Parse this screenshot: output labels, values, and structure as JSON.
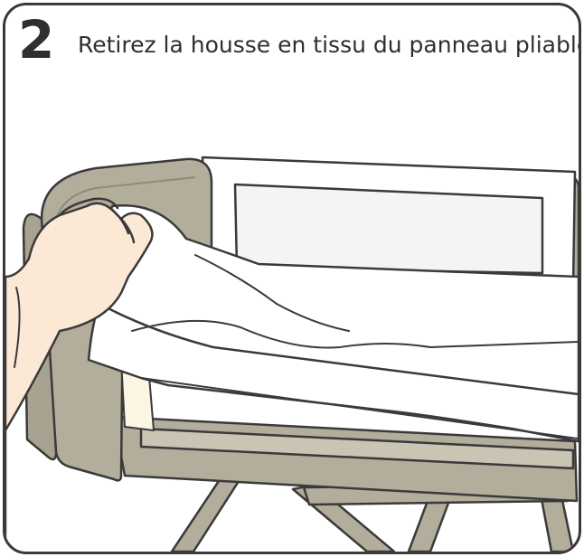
{
  "instruction": {
    "step_number": "2",
    "title": "Retirez la housse en tissu du panneau pliable"
  },
  "colors": {
    "frame_border": "#3a3a3a",
    "panel_fill": "#b3ad9c",
    "panel_dark": "#8f8a7a",
    "fabric_white": "#ffffff",
    "outline": "#3a3a3a",
    "skin": "#fbe9d6",
    "mesh_fill": "#f4f4f2"
  },
  "illustration": {
    "subject": "bedside crib with foldable panel fabric cover being removed by hand",
    "icons": [
      "hand-icon",
      "crib-frame-icon",
      "fabric-cover-icon"
    ]
  }
}
